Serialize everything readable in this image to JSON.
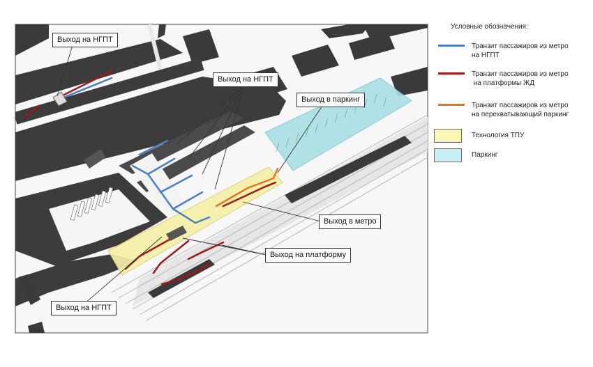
{
  "callouts": {
    "ngpt_top_left": "Выход на НГПТ",
    "ngpt_center": "Выход на НГПТ",
    "parking_exit": "Выход в паркинг",
    "metro_exit": "Выход в метро",
    "platform_exit": "Выход на платформу",
    "ngpt_bottom": "Выход на НГПТ"
  },
  "legend": {
    "title": "Условные обозначения:",
    "items": [
      {
        "label_line1": "Транзит пассажиров  из метро",
        "label_line2": "на НГПТ",
        "color": "#4a7fbf"
      },
      {
        "label_line1": "Транзит пассажиров из метро",
        "label_line2": " на платформы ЖД",
        "color": "#a01818"
      },
      {
        "label_line1": "Транзит пассажиров из метро",
        "label_line2": "на перехватывающий паркинг",
        "color": "#e07820"
      },
      {
        "label_line1": "Технология ТПУ",
        "label_line2": "",
        "color": "#fbf6b8"
      },
      {
        "label_line1": "Паркинг",
        "label_line2": "",
        "color": "#c8eef7"
      }
    ]
  },
  "colors": {
    "road": "#3c3c3c",
    "building": "#3a3a3a",
    "ground": "#f6f6f6",
    "tpu_zone": "#f5f0a8",
    "parking_zone": "#a9dfe6",
    "rail": "#c9c9c9"
  }
}
